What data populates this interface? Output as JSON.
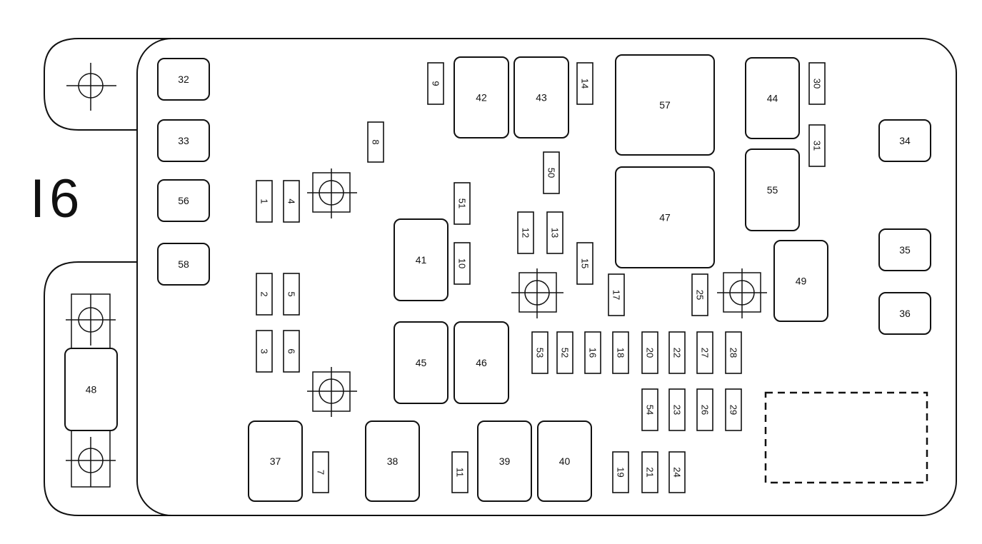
{
  "diagram": {
    "block_label": "I6",
    "bottom_caption": "",
    "relays": [
      "32",
      "33",
      "56",
      "58",
      "34",
      "35",
      "36",
      "42",
      "43",
      "44",
      "55",
      "57",
      "47",
      "41",
      "45",
      "46",
      "49",
      "37",
      "38",
      "39",
      "40",
      "48"
    ],
    "fuses": [
      "1",
      "2",
      "3",
      "4",
      "5",
      "6",
      "7",
      "8",
      "9",
      "10",
      "11",
      "12",
      "13",
      "14",
      "15",
      "16",
      "17",
      "18",
      "19",
      "20",
      "21",
      "22",
      "23",
      "24",
      "25",
      "26",
      "27",
      "28",
      "29",
      "30",
      "31",
      "50",
      "51",
      "52",
      "53",
      "54"
    ]
  }
}
